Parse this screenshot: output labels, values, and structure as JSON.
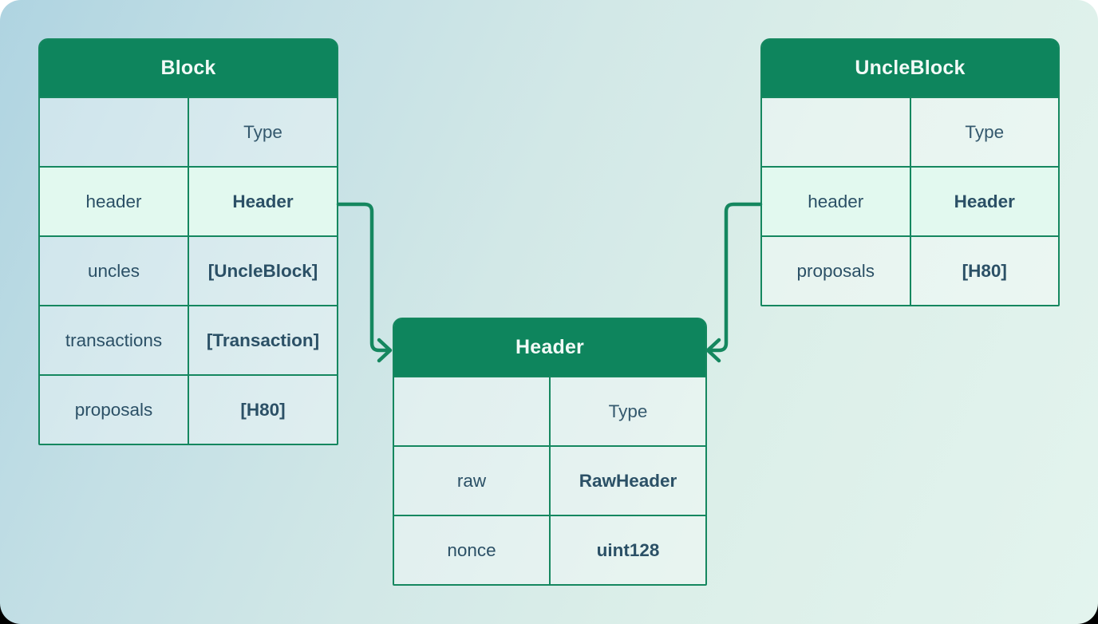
{
  "diagram_type": "entity-schema",
  "colors": {
    "title_bar_bg": "#0e855d",
    "border_and_connector": "#15875f",
    "highlight_row_bg": "#e2f9ef",
    "row_bg": "rgba(255,255,255,0.35)",
    "cell_text": "#2b5066",
    "title_text": "#f2faf7",
    "canvas_gradient_start": "#afd4e1",
    "canvas_gradient_end": "#e3f4ee"
  },
  "tables": {
    "block": {
      "title": "Block",
      "type_column_label": "Type",
      "rows": [
        {
          "field": "header",
          "type": "Header"
        },
        {
          "field": "uncles",
          "type": "[UncleBlock]"
        },
        {
          "field": "transactions",
          "type": "[Transaction]"
        },
        {
          "field": "proposals",
          "type": "[H80]"
        }
      ]
    },
    "uncle_block": {
      "title": "UncleBlock",
      "type_column_label": "Type",
      "rows": [
        {
          "field": "header",
          "type": "Header"
        },
        {
          "field": "proposals",
          "type": "[H80]"
        }
      ]
    },
    "header": {
      "title": "Header",
      "type_column_label": "Type",
      "rows": [
        {
          "field": "raw",
          "type": "RawHeader"
        },
        {
          "field": "nonce",
          "type": "uint128"
        }
      ]
    }
  },
  "connections": [
    {
      "from": "Block.header",
      "to": "Header"
    },
    {
      "from": "UncleBlock.header",
      "to": "Header"
    }
  ]
}
